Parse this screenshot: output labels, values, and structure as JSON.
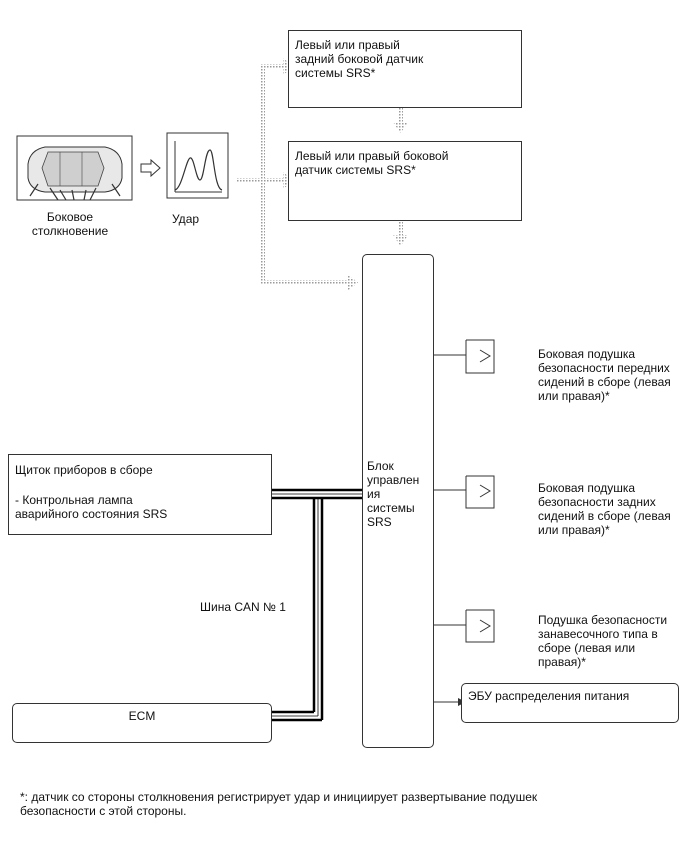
{
  "nodes": {
    "rear_side_sensor": "Левый или правый\nзадний боковой датчик\nсистемы SRS*",
    "side_sensor": "Левый или правый боковой\nдатчик системы SRS*",
    "collision_label": "Боковое\nстолкновение",
    "impact_label": "Удар",
    "srs_unit": "Блок\nуправлен\nия\nсистемы\nSRS",
    "front_airbag": "Боковая подушка\nбезопасности передних\nсидений в сборе (левая\nили правая)*",
    "rear_airbag": "Боковая подушка\nбезопасности задних\nсидений в сборе (левая\nили правая)*",
    "curtain_airbag": "Подушка безопасности\nзанавесочного типа в\nсборе (левая или\nправая)*",
    "power_ecu": "ЭБУ распределения питания",
    "combination_meter": "Щиток приборов в сборе",
    "warning_lamp": "- Контрольная лампа\nаварийного состояния SRS",
    "ecm": "ECM",
    "can_bus": "Шина CAN № 1"
  },
  "footnote": "*: датчик со стороны столкновения регистрирует удар и инициирует развертывание подушек\nбезопасности с этой стороны.",
  "colors": {
    "line": "#333333",
    "dotted": "#b8b8b8",
    "bus": "#000000"
  }
}
